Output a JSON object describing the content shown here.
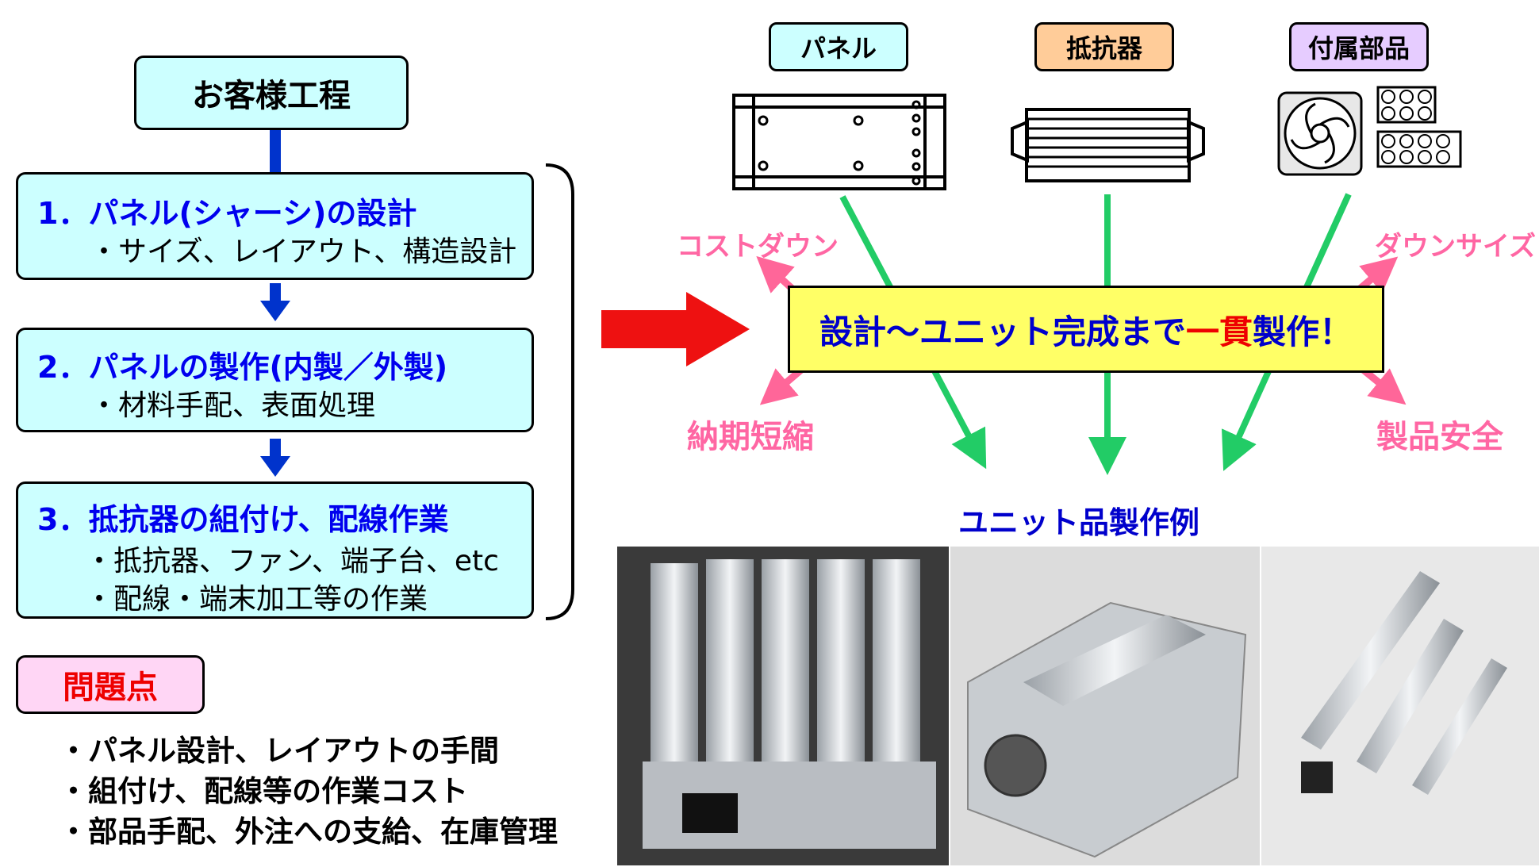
{
  "left": {
    "customer_process": "お客様工程",
    "steps": [
      {
        "title": "1．パネル(シャーシ)の設計",
        "lines": [
          "・サイズ、レイアウト、構造設計"
        ]
      },
      {
        "title": "2．パネルの製作(内製／外製)",
        "lines": [
          "・材料手配、表面処理"
        ]
      },
      {
        "title": "3．抵抗器の組付け、配線作業",
        "lines": [
          "・抵抗器、ファン、端子台、etc",
          "・配線・端末加工等の作業"
        ]
      }
    ],
    "problems_title": "問題点",
    "problems": [
      "・パネル設計、レイアウトの手間",
      "・組付け、配線等の作業コスト",
      "・部品手配、外注への支給、在庫管理"
    ]
  },
  "right": {
    "components": [
      {
        "label": "パネル",
        "bg": "#ccffff",
        "icon": "panel-icon"
      },
      {
        "label": "抵抗器",
        "bg": "#ffcc99",
        "icon": "resistor-icon"
      },
      {
        "label": "付属部品",
        "bg": "#e6ccff",
        "icon": "fan-terminal-icon"
      }
    ],
    "banner": {
      "part1": "設計～ユニット完成まで",
      "highlight": "一貫",
      "part2": "製作！",
      "bg": "#ffff66"
    },
    "benefits": {
      "top_left": "コストダウン",
      "bottom_left": "納期短縮",
      "top_right": "ダウンサイズ",
      "bottom_right": "製品安全"
    },
    "example_label": "ユニット品製作例"
  },
  "colors": {
    "blue_arrow": "#0033cc",
    "red_arrow": "#ee1111",
    "green_arrow": "#22cc66",
    "pink_arrow": "#ff6699"
  }
}
